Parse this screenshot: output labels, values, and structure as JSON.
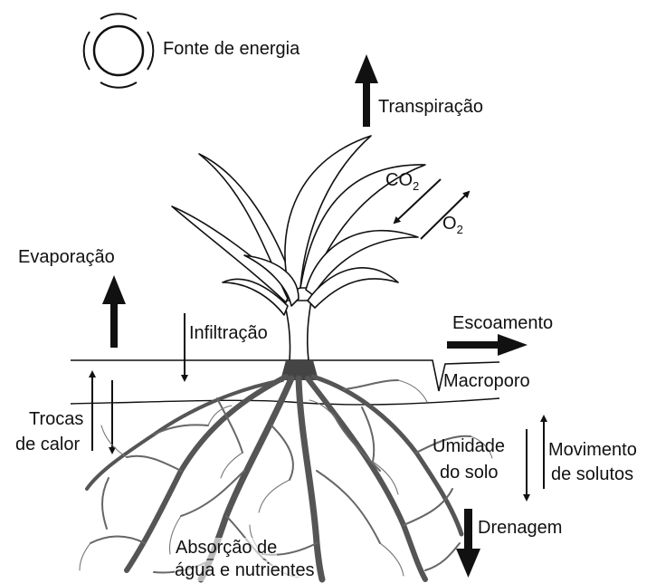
{
  "labels": {
    "energy_source": "Fonte de energia",
    "transpiration": "Transpiração",
    "co2_main": "CO",
    "co2_sub": "2",
    "o2_main": "O",
    "o2_sub": "2",
    "evaporation": "Evaporação",
    "infiltration": "Infiltração",
    "runoff": "Escoamento",
    "macropore": "Macroporo",
    "heat_exchange_line1": "Trocas",
    "heat_exchange_line2": "de calor",
    "soil_moisture_line1": "Umidade",
    "soil_moisture_line2": "do solo",
    "solute_movement_line1": "Movimento",
    "solute_movement_line2": "de solutos",
    "drainage": "Drenagem",
    "absorption_line1": "Absorção de",
    "absorption_line2": "água e nutrientes"
  }
}
